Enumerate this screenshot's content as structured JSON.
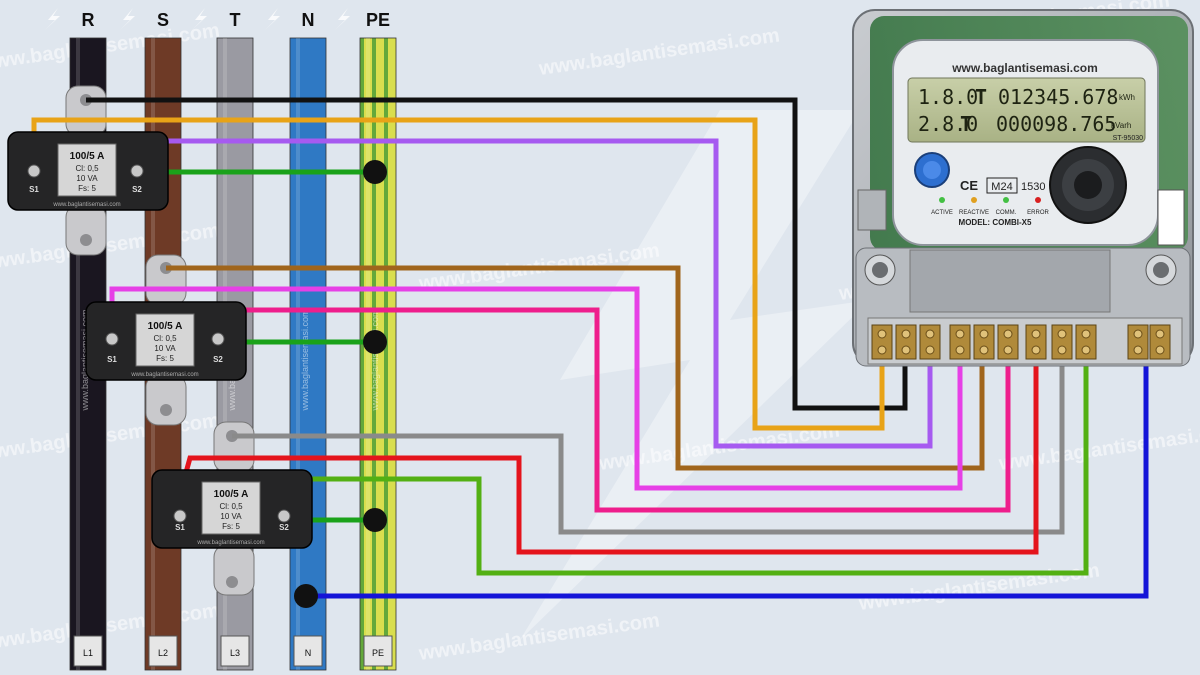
{
  "phases": [
    {
      "letter": "R",
      "tag": "L1",
      "color": "#1a1620"
    },
    {
      "letter": "S",
      "tag": "L2",
      "color": "#6e3a26"
    },
    {
      "letter": "T",
      "tag": "L3",
      "color": "#9a9aa2"
    },
    {
      "letter": "N",
      "tag": "N",
      "color": "#2f79c4"
    },
    {
      "letter": "PE",
      "tag": "PE",
      "color": "#d8dc52"
    }
  ],
  "ct": {
    "ratio": "100/5 A",
    "cl": "Cl: 0,5",
    "va": "10 VA",
    "fs": "Fs: 5",
    "s1": "S1",
    "s2": "S2",
    "site": "www.baglantisemasi.com"
  },
  "meter": {
    "site": "www.baglantisemasi.com",
    "line1_code": "1.8.0",
    "line1_value": "012345.678",
    "line1_unit": "kWh",
    "line2_code": "2.8.0",
    "line2_value": "000098.765",
    "line2_unit": "kVarh",
    "serial": "ST-95030",
    "ce": "CE",
    "mark": "M24",
    "year": "1530",
    "leds": [
      "ACTIVE",
      "REACTIVE",
      "COMM.",
      "ERROR"
    ],
    "model": "MODEL: COMBI-X5"
  },
  "watermark": "www.baglantisemasi.com",
  "colors": {
    "black": "#111111",
    "orange": "#e8a317",
    "purple": "#a65af0",
    "brown": "#a0651c",
    "magenta": "#e640e6",
    "pink": "#ee1e8c",
    "gray": "#8a8a8a",
    "red": "#e4141c",
    "green": "#53b013",
    "blue": "#1414d8",
    "bright_green": "#1aa21a"
  }
}
